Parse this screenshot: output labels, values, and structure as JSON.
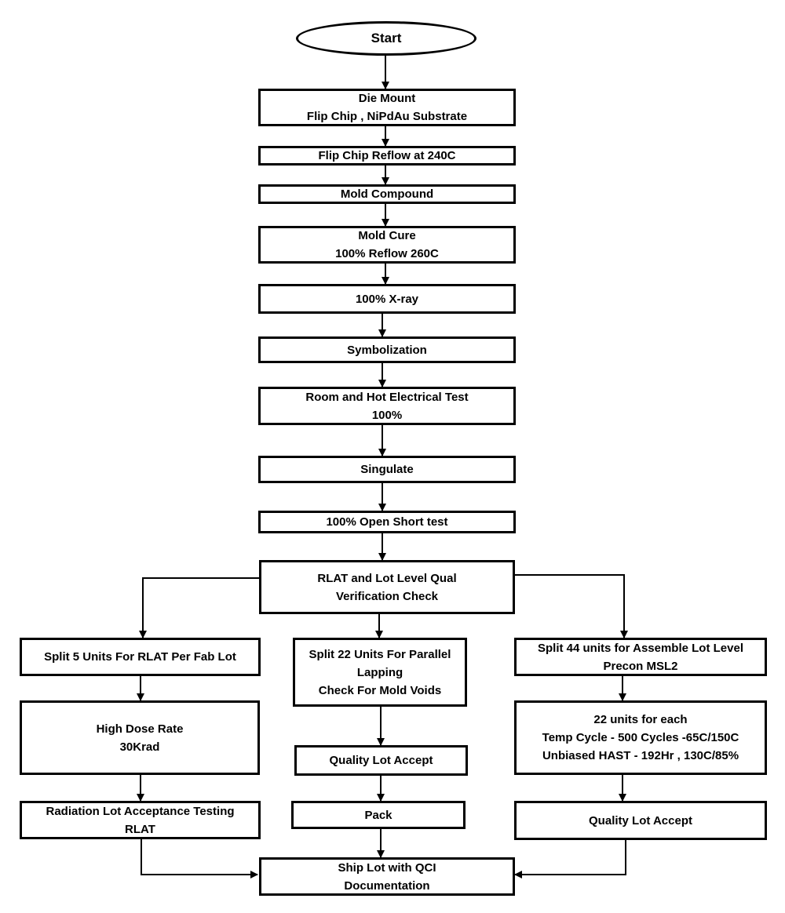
{
  "start": "Start",
  "steps": {
    "die_mount": [
      "Die Mount",
      "Flip Chip ,  NiPdAu Substrate"
    ],
    "reflow": [
      "Flip Chip Reflow at 240C"
    ],
    "mold_compound": [
      "Mold Compound"
    ],
    "mold_cure": [
      "Mold Cure",
      "100% Reflow 260C"
    ],
    "xray": [
      "100% X-ray"
    ],
    "symbolization": [
      "Symbolization"
    ],
    "electrical_test": [
      "Room and Hot Electrical Test",
      "100%"
    ],
    "singulate": [
      "Singulate"
    ],
    "open_short": [
      "100% Open Short test"
    ],
    "rlat_check": [
      "RLAT and Lot Level Qual",
      "Verification Check"
    ],
    "split5": [
      "Split 5 Units For RLAT Per Fab Lot"
    ],
    "split22": [
      "Split 22 Units For Parallel",
      "Lapping",
      "Check For Mold Voids"
    ],
    "split44": [
      "Split 44 units for Assemble Lot Level",
      "Precon MSL2"
    ],
    "high_dose": [
      "High Dose Rate",
      "30Krad"
    ],
    "quality_accept_mid": [
      "Quality Lot Accept"
    ],
    "units_each": [
      "22 units for each",
      "Temp Cycle - 500 Cycles -65C/150C",
      "Unbiased HAST - 192Hr , 130C/85%"
    ],
    "rlat_testing": [
      "Radiation Lot Acceptance Testing",
      "RLAT"
    ],
    "pack": [
      "Pack"
    ],
    "quality_accept_right": [
      "Quality Lot Accept"
    ],
    "ship": [
      "Ship Lot with QCI",
      "Documentation"
    ]
  }
}
